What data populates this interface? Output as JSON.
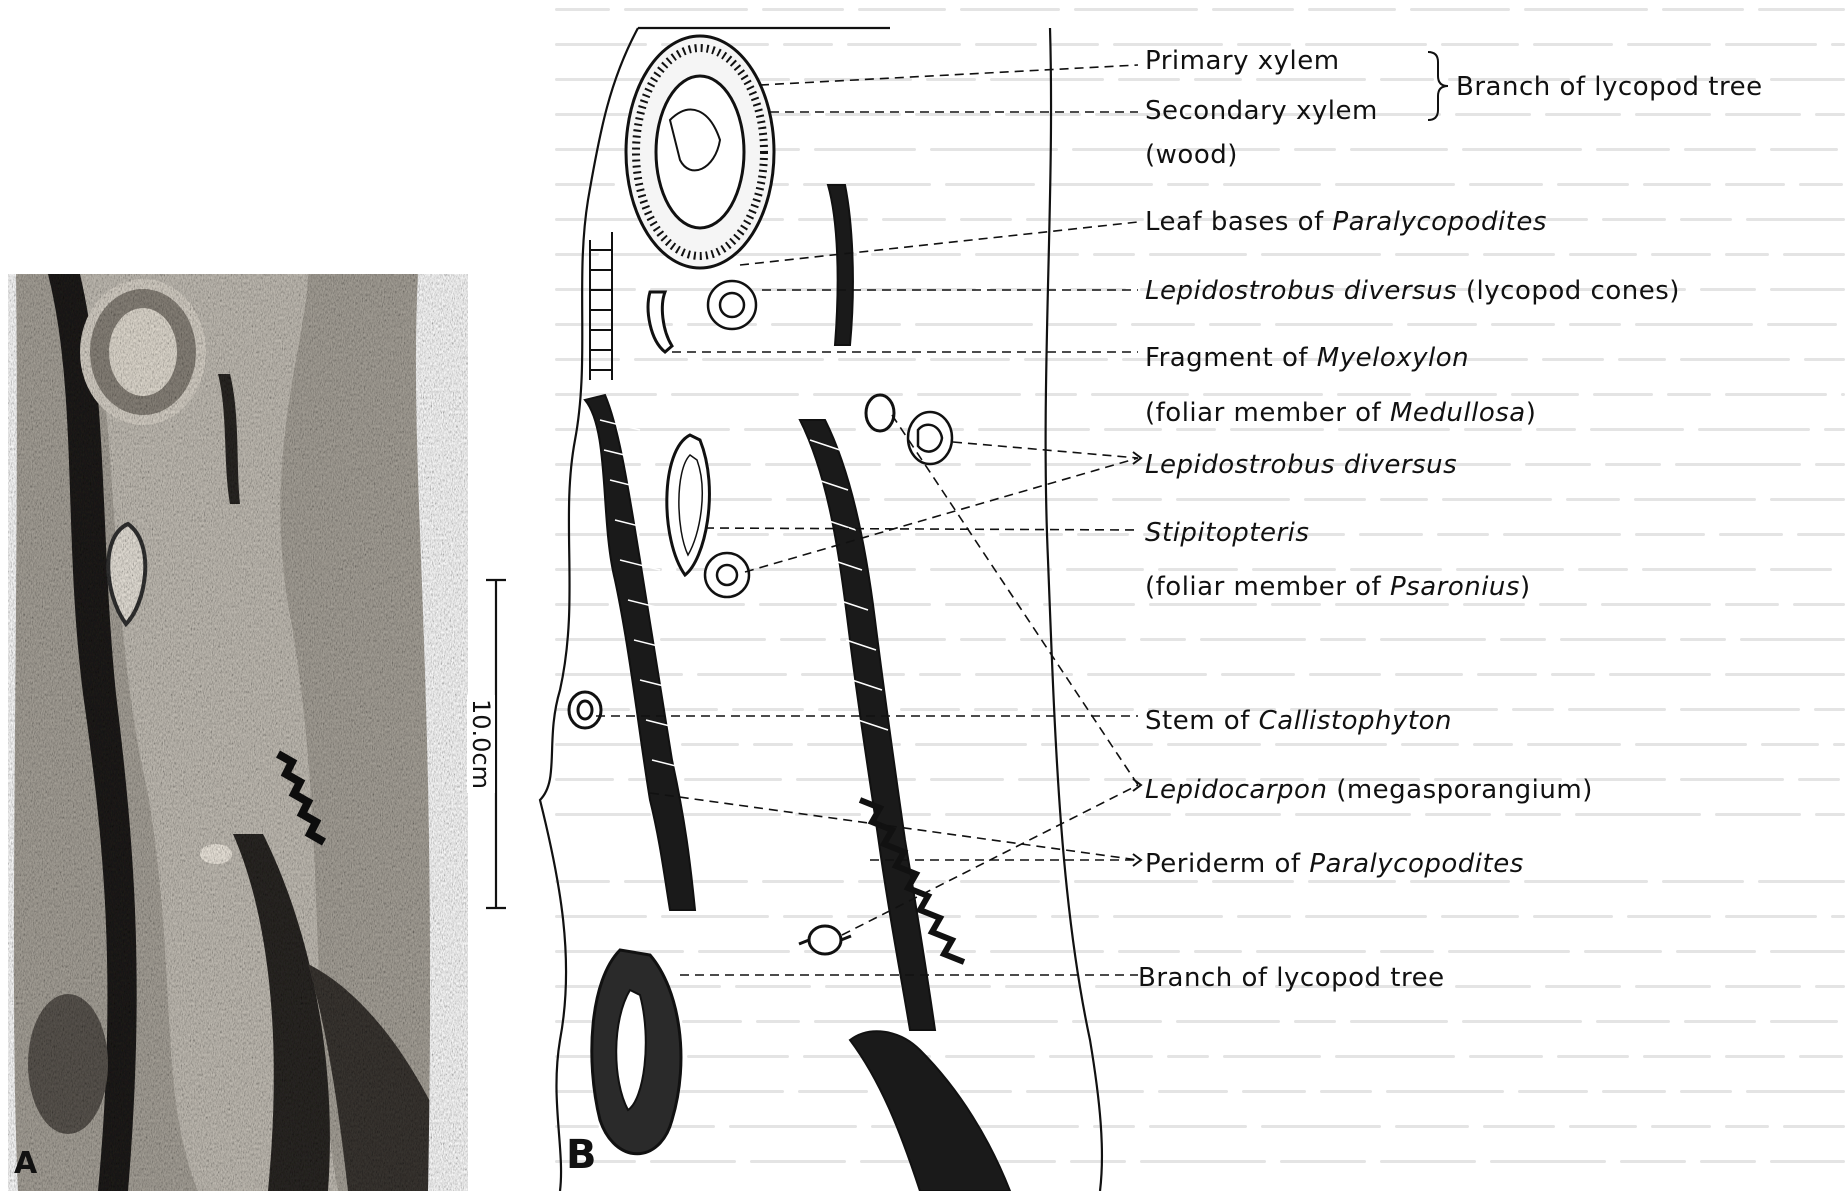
{
  "panels": {
    "photo_letter": "A",
    "drawing_letter": "B"
  },
  "scale_bar": {
    "label": "10.0cm"
  },
  "labels": {
    "primary_xylem": "Primary xylem",
    "secondary_xylem": "Secondary xylem",
    "wood": "(wood)",
    "branch_group": "Branch of lycopod tree",
    "leaf_bases": {
      "prefix": "Leaf bases of ",
      "taxon": "Paralycopodites"
    },
    "lepido_cones": {
      "taxon": "Lepidostrobus diversus",
      "suffix": " (lycopod cones)"
    },
    "myeloxylon": {
      "prefix": "Fragment of ",
      "taxon": "Myeloxylon"
    },
    "medullosa": {
      "prefix": "(foliar member of ",
      "taxon": "Medullosa",
      "suffix": ")"
    },
    "lepido_diversus": {
      "taxon": "Lepidostrobus diversus"
    },
    "stipitopteris": {
      "taxon": "Stipitopteris"
    },
    "psaronius": {
      "prefix": "(foliar member of ",
      "taxon": "Psaronius",
      "suffix": ")"
    },
    "callistophyton": {
      "prefix": "Stem of ",
      "taxon": "Callistophyton"
    },
    "lepidocarpon": {
      "taxon": "Lepidocarpon",
      "suffix": " (megasporangium)"
    },
    "periderm": {
      "prefix": "Periderm of ",
      "taxon": "Paralycopodites"
    },
    "branch_bottom": "Branch of lycopod tree"
  },
  "colors": {
    "ink": "#111111",
    "photo_base": "#9a958d",
    "photo_dark": "#1e1c1a",
    "background_text": "#e4e4e4"
  }
}
